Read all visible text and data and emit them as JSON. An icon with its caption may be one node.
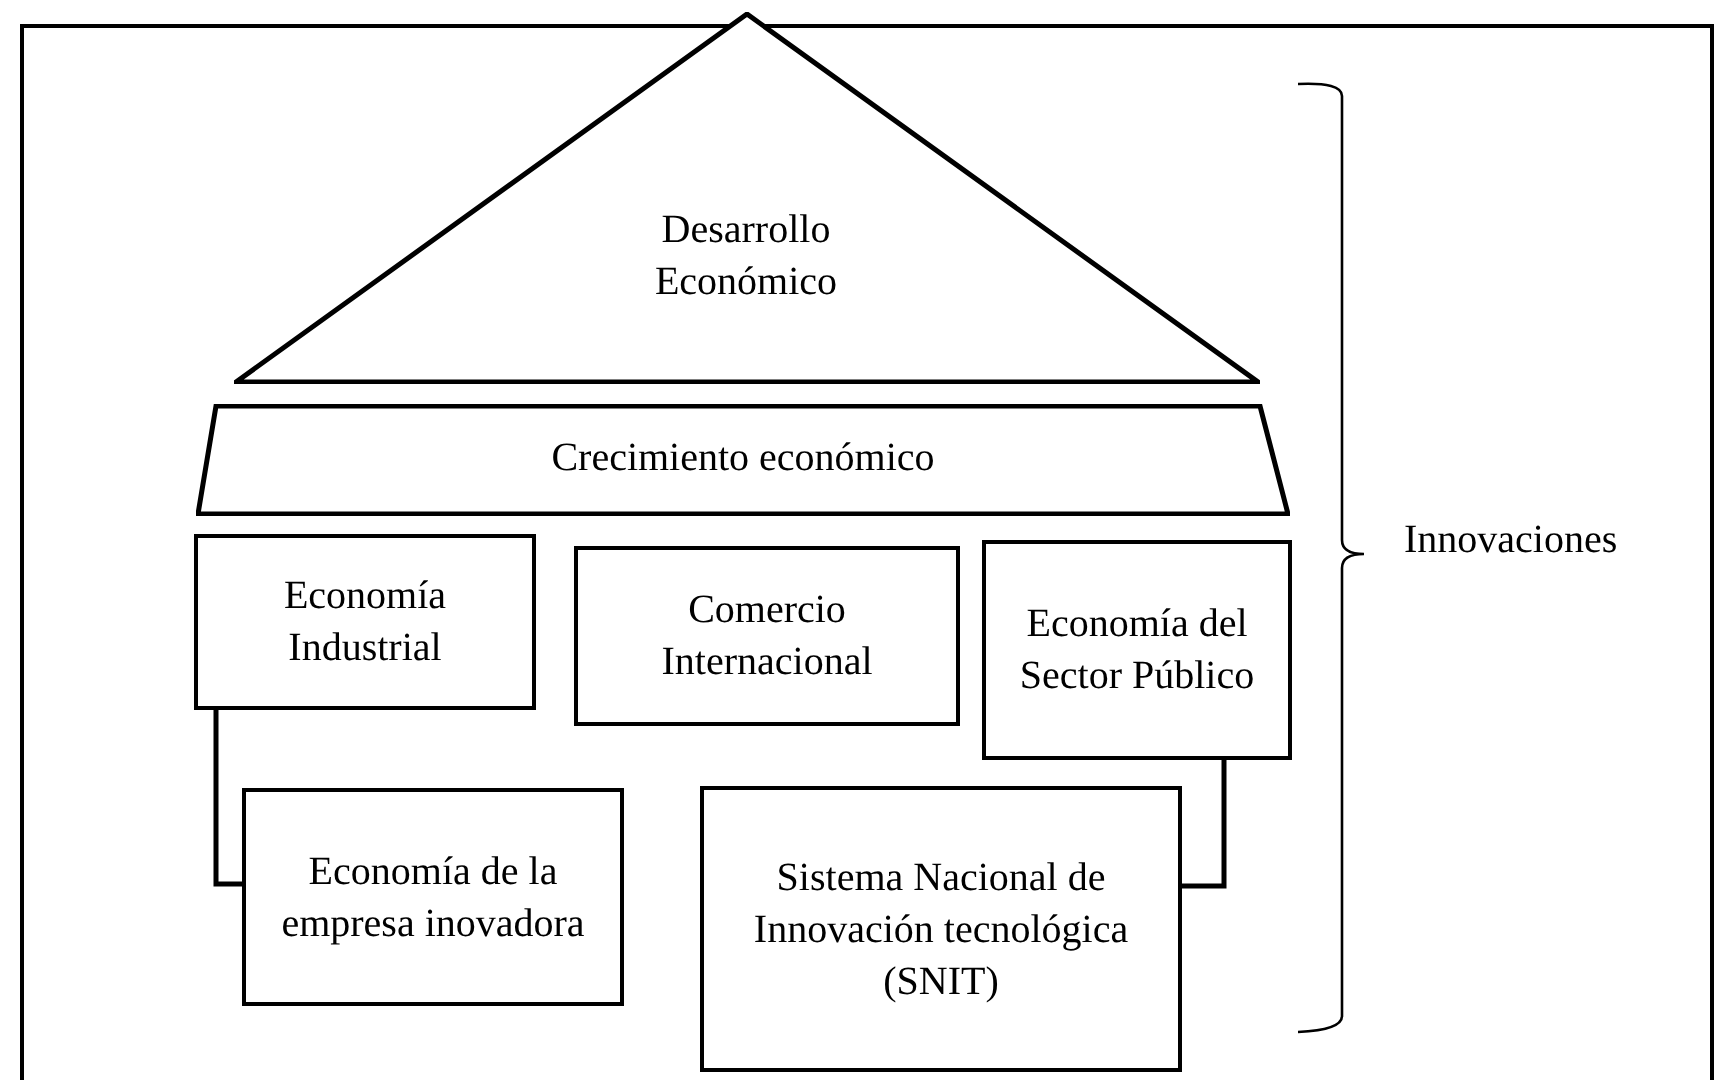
{
  "diagram": {
    "nodes": [
      {
        "text": [
          "Desarrollo Económico"
        ]
      },
      {
        "text": [
          "Crecimiento económico"
        ]
      },
      {
        "text": [
          "Economía Industrial"
        ]
      },
      {
        "text": [
          "Comercio Internacional"
        ]
      },
      {
        "text": [
          "Economía del Sector Público"
        ]
      },
      {
        "text": [
          "Economía de la empresa inovadora"
        ]
      },
      {
        "text": [
          "Sistema Nacional de Innovación tecnológica (SNIT)"
        ]
      }
    ],
    "edges": [
      {
        "from": 2,
        "to": 5,
        "arrow": "none"
      },
      {
        "from": 4,
        "to": 6,
        "arrow": "none"
      }
    ],
    "labels": [
      "Innovaciones"
    ]
  }
}
